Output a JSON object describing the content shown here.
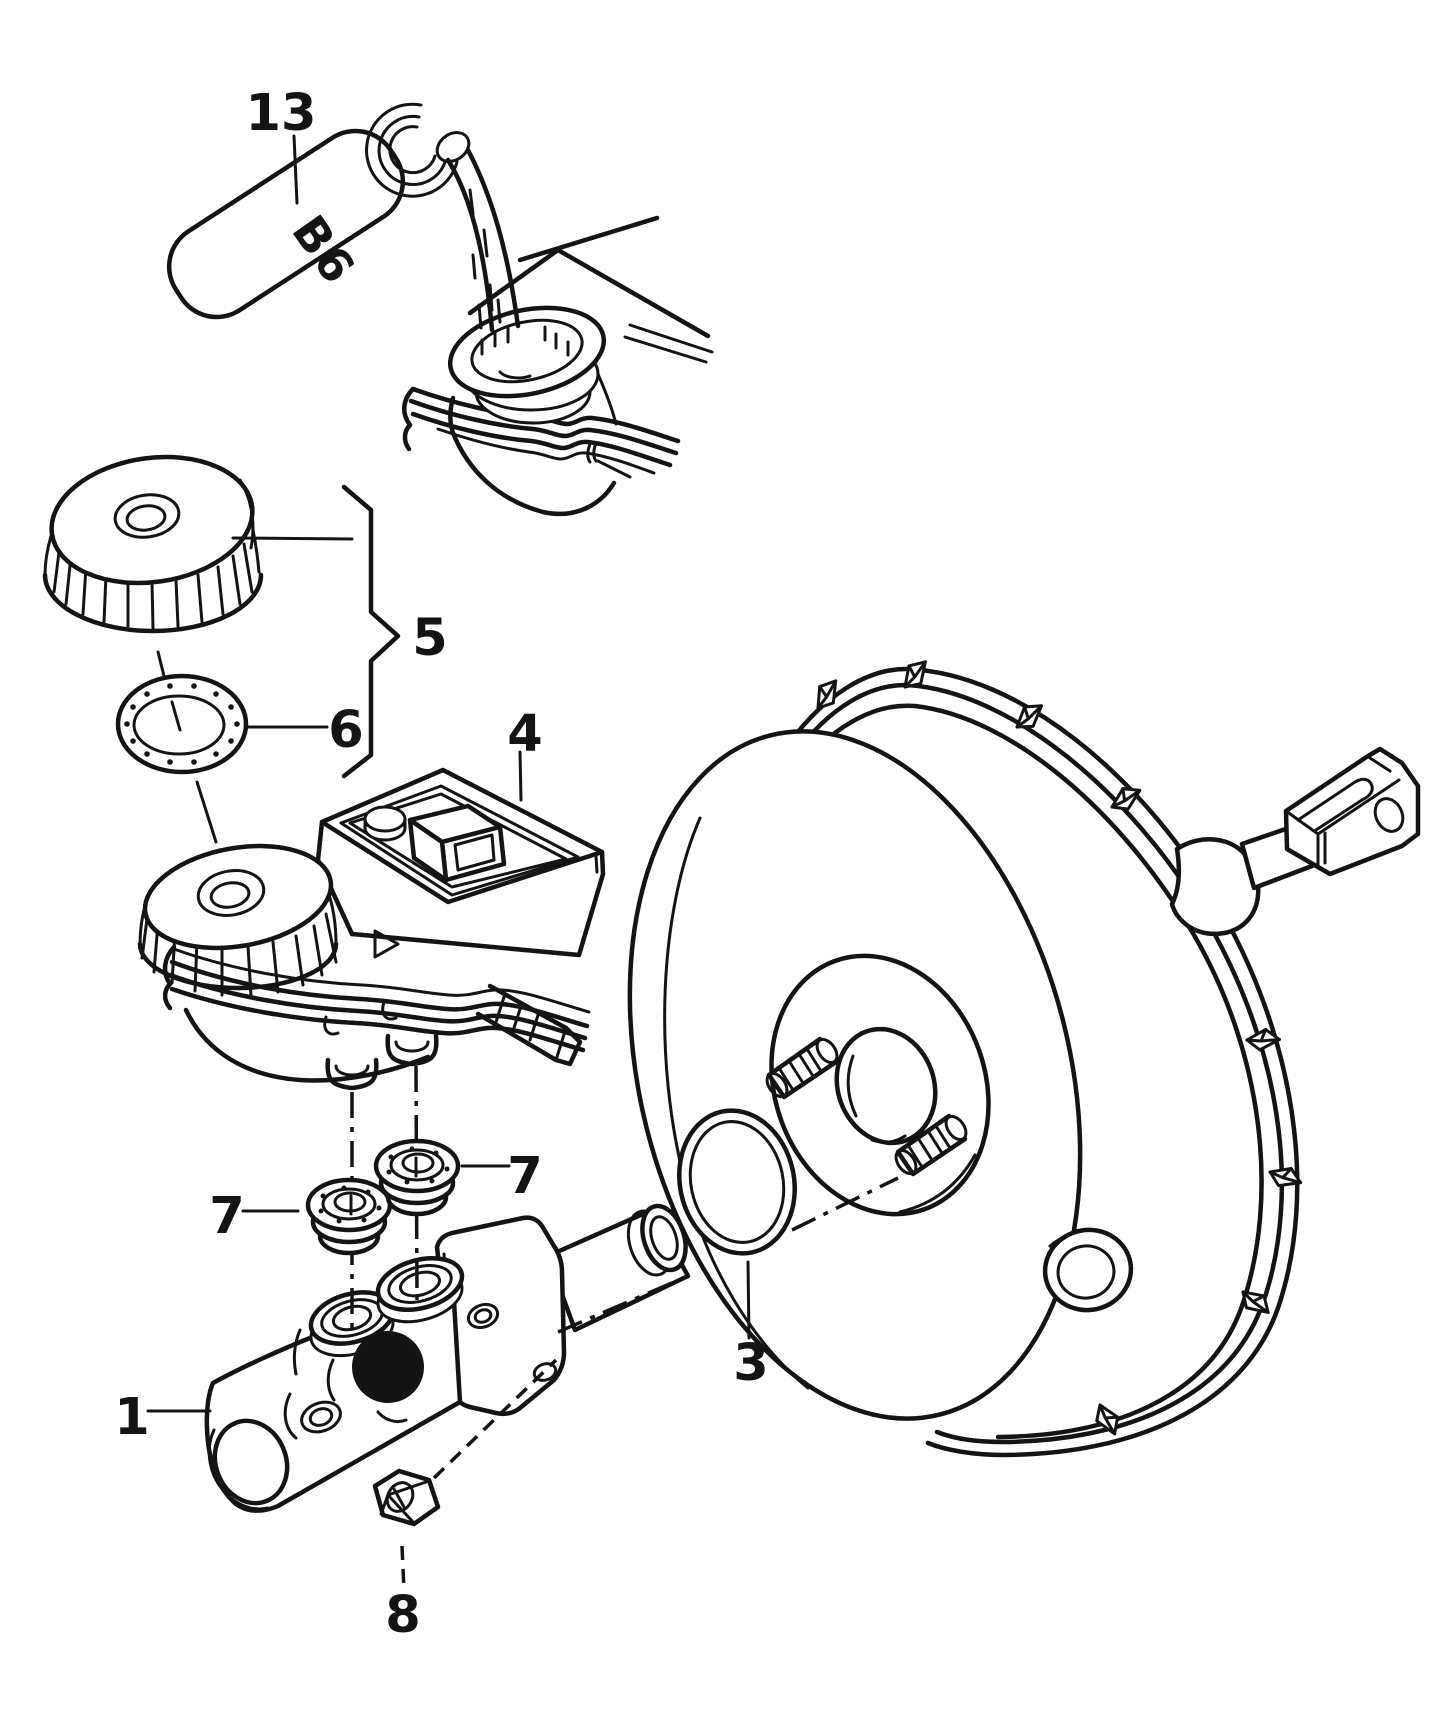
{
  "diagram": {
    "background_color": "#ffffff",
    "line_color": "#141414",
    "highlight_dot_color": "#000000",
    "bottle_text": "B6",
    "callouts": [
      {
        "number": "13"
      },
      {
        "number": "5"
      },
      {
        "number": "6"
      },
      {
        "number": "4"
      },
      {
        "number": "7"
      },
      {
        "number": "7"
      },
      {
        "number": "1"
      },
      {
        "number": "8"
      },
      {
        "number": "3"
      }
    ]
  }
}
